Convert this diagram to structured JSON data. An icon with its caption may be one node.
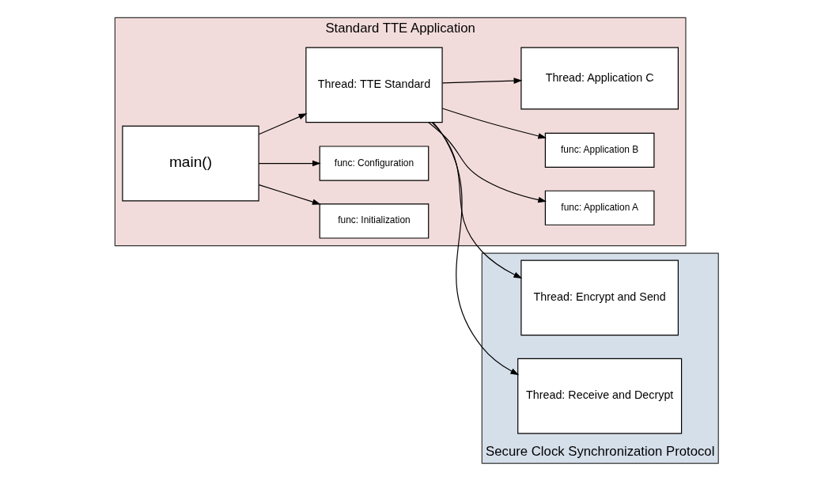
{
  "diagram": {
    "nodes": [
      {
        "text": [
          "Standard TTE Application"
        ]
      },
      {
        "text": [
          "main()"
        ],
        "in": 0
      },
      {
        "text": [
          "func: Initialization"
        ],
        "in": 0
      },
      {
        "text": [
          "func: Configuration"
        ],
        "in": 0
      },
      {
        "text": [
          "Thread: TTE Standard"
        ],
        "in": 0
      },
      {
        "text": [
          "func: Application A"
        ],
        "in": 0
      },
      {
        "text": [
          "func: Application B"
        ],
        "in": 0
      },
      {
        "text": [
          "Secure Clock Synchronization Protocol"
        ]
      },
      {
        "text": [
          "Thread: Encrypt and Send"
        ],
        "in": 7
      },
      {
        "text": [
          "Thread: Receive and Decrypt"
        ],
        "in": 7
      },
      {
        "text": [
          "Thread: Application C"
        ],
        "in": 0
      }
    ],
    "edges": [
      {
        "from": 1,
        "to": 4,
        "arrow": "to"
      },
      {
        "from": 1,
        "to": 2,
        "arrow": "to"
      },
      {
        "from": 1,
        "to": 3,
        "arrow": "to"
      },
      {
        "from": 4,
        "to": 5,
        "arrow": "to"
      },
      {
        "from": 4,
        "to": 6,
        "arrow": "to"
      },
      {
        "from": 4,
        "to": 8,
        "arrow": "to"
      },
      {
        "from": 4,
        "to": 9,
        "arrow": "to"
      },
      {
        "from": 4,
        "to": 10,
        "arrow": "to"
      }
    ]
  }
}
